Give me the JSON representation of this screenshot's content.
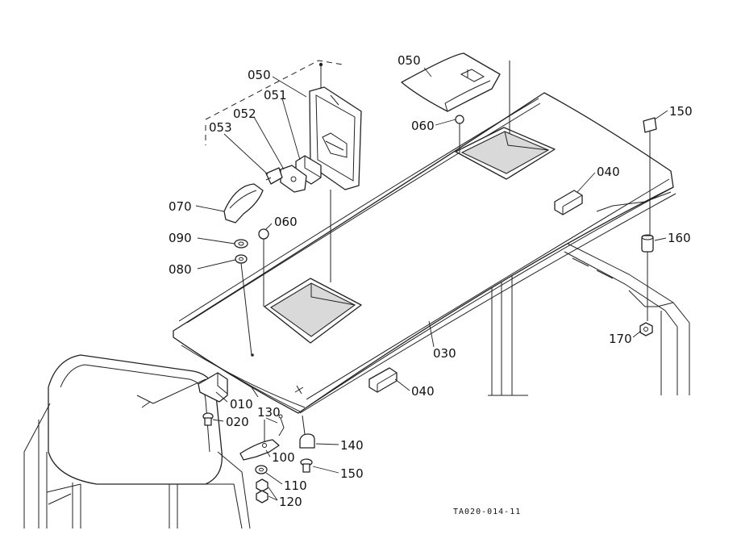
{
  "labels": {
    "p050a": "050",
    "p051": "051",
    "p052": "052",
    "p053": "053",
    "p050b": "050",
    "p060a": "060",
    "p150a": "150",
    "p040a": "040",
    "p070": "070",
    "p060b": "060",
    "p160": "160",
    "p090": "090",
    "p080": "080",
    "p170": "170",
    "p030": "030",
    "p010": "010",
    "p040b": "040",
    "p130": "130",
    "p020": "020",
    "p140": "140",
    "p100": "100",
    "p150b": "150",
    "p110": "110",
    "p120": "120"
  },
  "drawing_ref": "TA020-014-11"
}
